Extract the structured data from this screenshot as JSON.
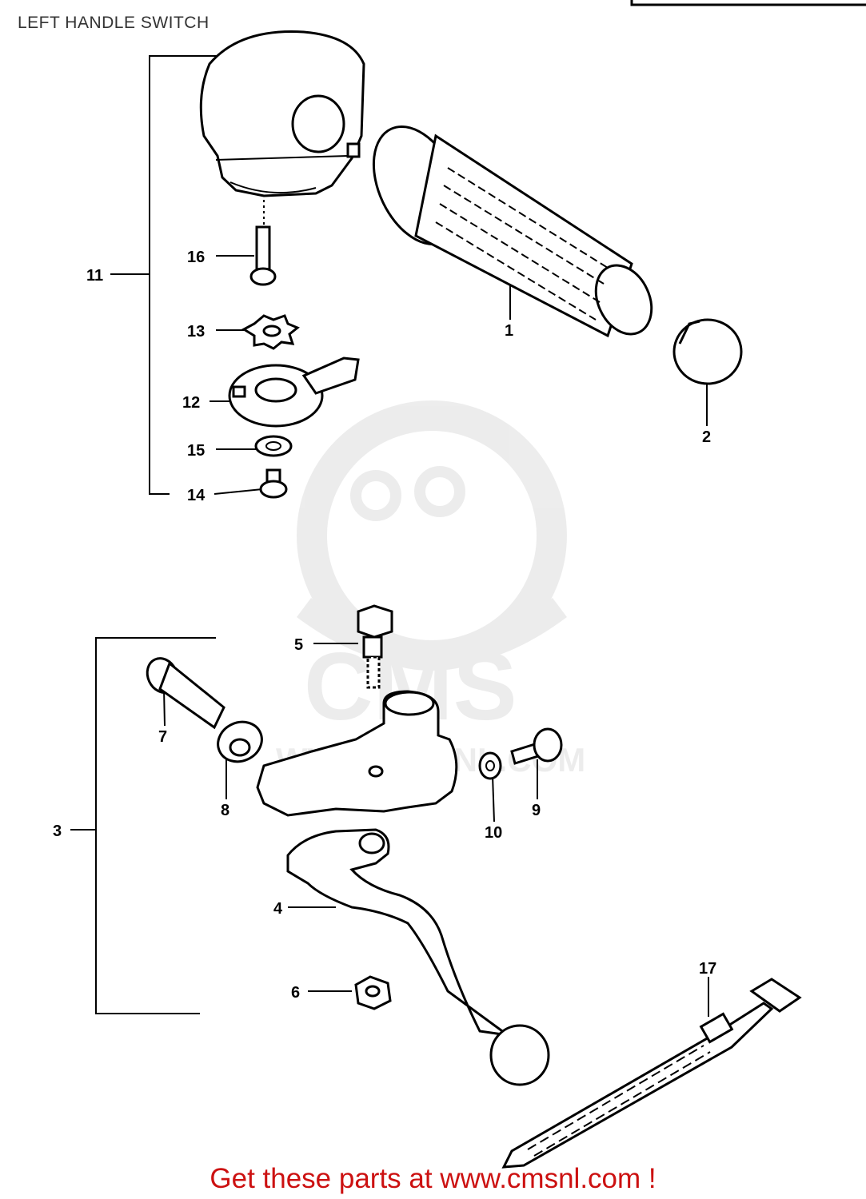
{
  "header": {
    "title": "LEFT HANDLE SWITCH"
  },
  "footer": {
    "text": "Get these parts at www.cmsnl.com !"
  },
  "watermark": {
    "text": "CMS",
    "url": "WWW.CMSNL.COM"
  },
  "callouts": {
    "c1": "1",
    "c2": "2",
    "c3": "3",
    "c4": "4",
    "c5": "5",
    "c6": "6",
    "c7": "7",
    "c8": "8",
    "c9": "9",
    "c10": "10",
    "c11": "11",
    "c12": "12",
    "c13": "13",
    "c14": "14",
    "c15": "15",
    "c16": "16",
    "c17": "17"
  }
}
